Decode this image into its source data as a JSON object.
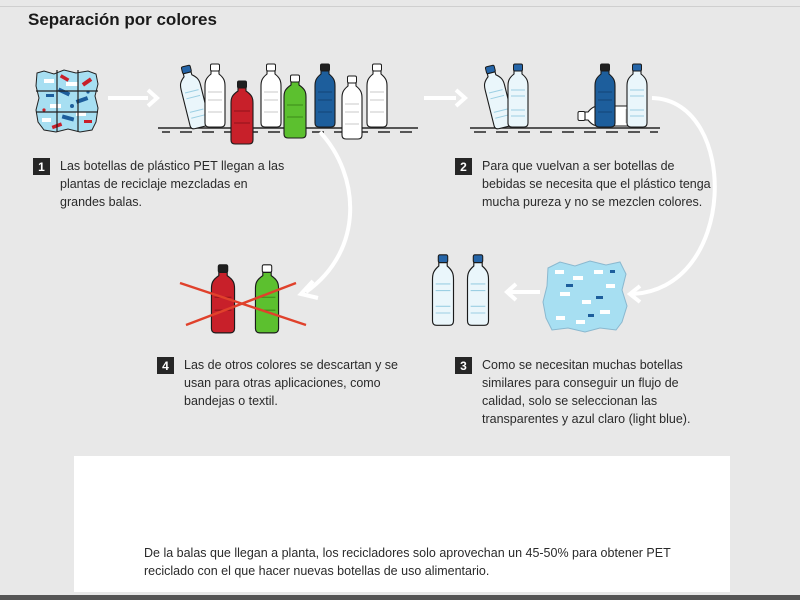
{
  "title": "Separación por colores",
  "steps": [
    {
      "num": "1",
      "text": "Las botellas de plástico PET llegan a las plantas de reciclaje mezcladas en grandes balas."
    },
    {
      "num": "2",
      "text": "Para que vuelvan a ser botellas de bebidas se necesita que el plástico tenga mucha pureza y no se mezclen colores."
    },
    {
      "num": "3",
      "text": "Como se necesitan muchas botellas similares para conseguir un flujo de calidad, solo se seleccionan las transparentes y azul claro (light blue)."
    },
    {
      "num": "4",
      "text": "Las de otros colores se descartan y se usan para otras aplicaciones, como bandejas o textil."
    }
  ],
  "note": "De la balas que llegan a planta, los recicladores solo aprovechan un 45-50% para obtener PET reciclado con el que hacer nuevas botellas de uso alimentario.",
  "colors": {
    "clear_bottle": "#e9f6fb",
    "light_blue": "#a7dff2",
    "dark_blue": "#1d5e9c",
    "red": "#c8202a",
    "green": "#5cc02f",
    "cross": "#e0412b",
    "cap_blue": "#2565a8",
    "cap_dark": "#1f1f1f"
  }
}
